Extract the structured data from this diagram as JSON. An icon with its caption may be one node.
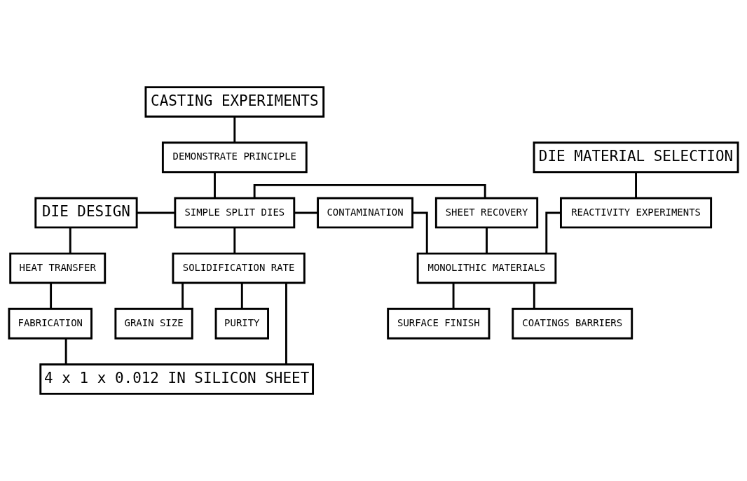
{
  "diagram": {
    "nodes": [
      {
        "text": [
          "CASTING EXPERIMENTS"
        ]
      },
      {
        "text": [
          "DEMONSTRATE PRINCIPLE"
        ]
      },
      {
        "text": [
          "DIE MATERIAL SELECTION"
        ]
      },
      {
        "text": [
          "DIE DESIGN"
        ]
      },
      {
        "text": [
          "SIMPLE SPLIT DIES"
        ]
      },
      {
        "text": [
          "SHEET RECOVERY"
        ]
      },
      {
        "text": [
          "CONTAMINATION"
        ]
      },
      {
        "text": [
          "REACTIVITY EXPERIMENTS"
        ]
      },
      {
        "text": [
          "MONOLITHIC MATERIALS"
        ]
      },
      {
        "text": [
          "HEAT TRANSFER"
        ]
      },
      {
        "text": [
          "SOLIDIFICATION RATE"
        ]
      },
      {
        "text": [
          "FABRICATION"
        ]
      },
      {
        "text": [
          "SURFACE FINISH"
        ]
      },
      {
        "text": [
          "GRAIN SIZE"
        ]
      },
      {
        "text": [
          "PURITY"
        ]
      },
      {
        "text": [
          "COATINGS BARRIERS"
        ]
      },
      {
        "text": [
          "4 x 1 x 0.012 IN SILICON SHEET"
        ]
      }
    ],
    "edges": [
      {
        "from": 0,
        "to": 1,
        "arrow": "none"
      },
      {
        "from": 1,
        "to": 4,
        "arrow": "none"
      },
      {
        "from": 3,
        "to": 4,
        "arrow": "none"
      },
      {
        "from": 4,
        "to": 5,
        "arrow": "none"
      },
      {
        "from": 4,
        "to": 6,
        "arrow": "none"
      },
      {
        "from": 4,
        "to": 10,
        "arrow": "none"
      },
      {
        "from": 3,
        "to": 9,
        "arrow": "none"
      },
      {
        "from": 9,
        "to": 11,
        "arrow": "none"
      },
      {
        "from": 11,
        "to": 16,
        "arrow": "none"
      },
      {
        "from": 10,
        "to": 13,
        "arrow": "none"
      },
      {
        "from": 10,
        "to": 14,
        "arrow": "none"
      },
      {
        "from": 10,
        "to": 16,
        "arrow": "none"
      },
      {
        "from": 2,
        "to": 7,
        "arrow": "none"
      },
      {
        "from": 7,
        "to": 8,
        "arrow": "none"
      },
      {
        "from": 8,
        "to": 12,
        "arrow": "none"
      },
      {
        "from": 8,
        "to": 15,
        "arrow": "none"
      },
      {
        "from": 5,
        "to": 8,
        "arrow": "none"
      },
      {
        "from": 6,
        "to": 8,
        "arrow": "none"
      }
    ]
  }
}
